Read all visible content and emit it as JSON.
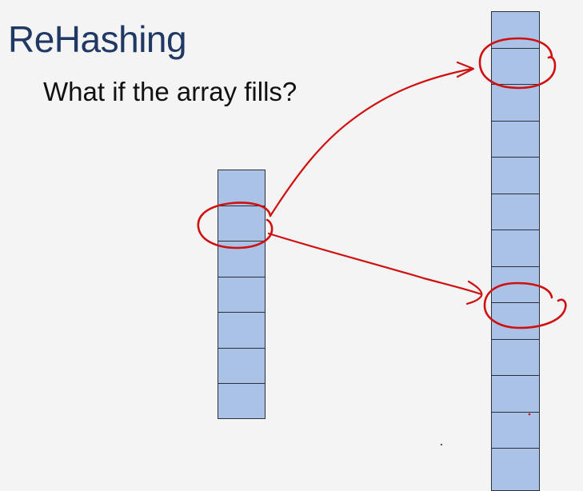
{
  "slide": {
    "title": "ReHashing",
    "subtitle": "What if the array fills?"
  },
  "small_array": {
    "cell_count": 7
  },
  "large_array": {
    "cell_count": 13
  },
  "colors": {
    "title": "#1f3864",
    "cell_fill": "#a9c2e6",
    "cell_border": "#2a2f3a",
    "annotation": "#d01010",
    "background": "#f4f4f4"
  }
}
